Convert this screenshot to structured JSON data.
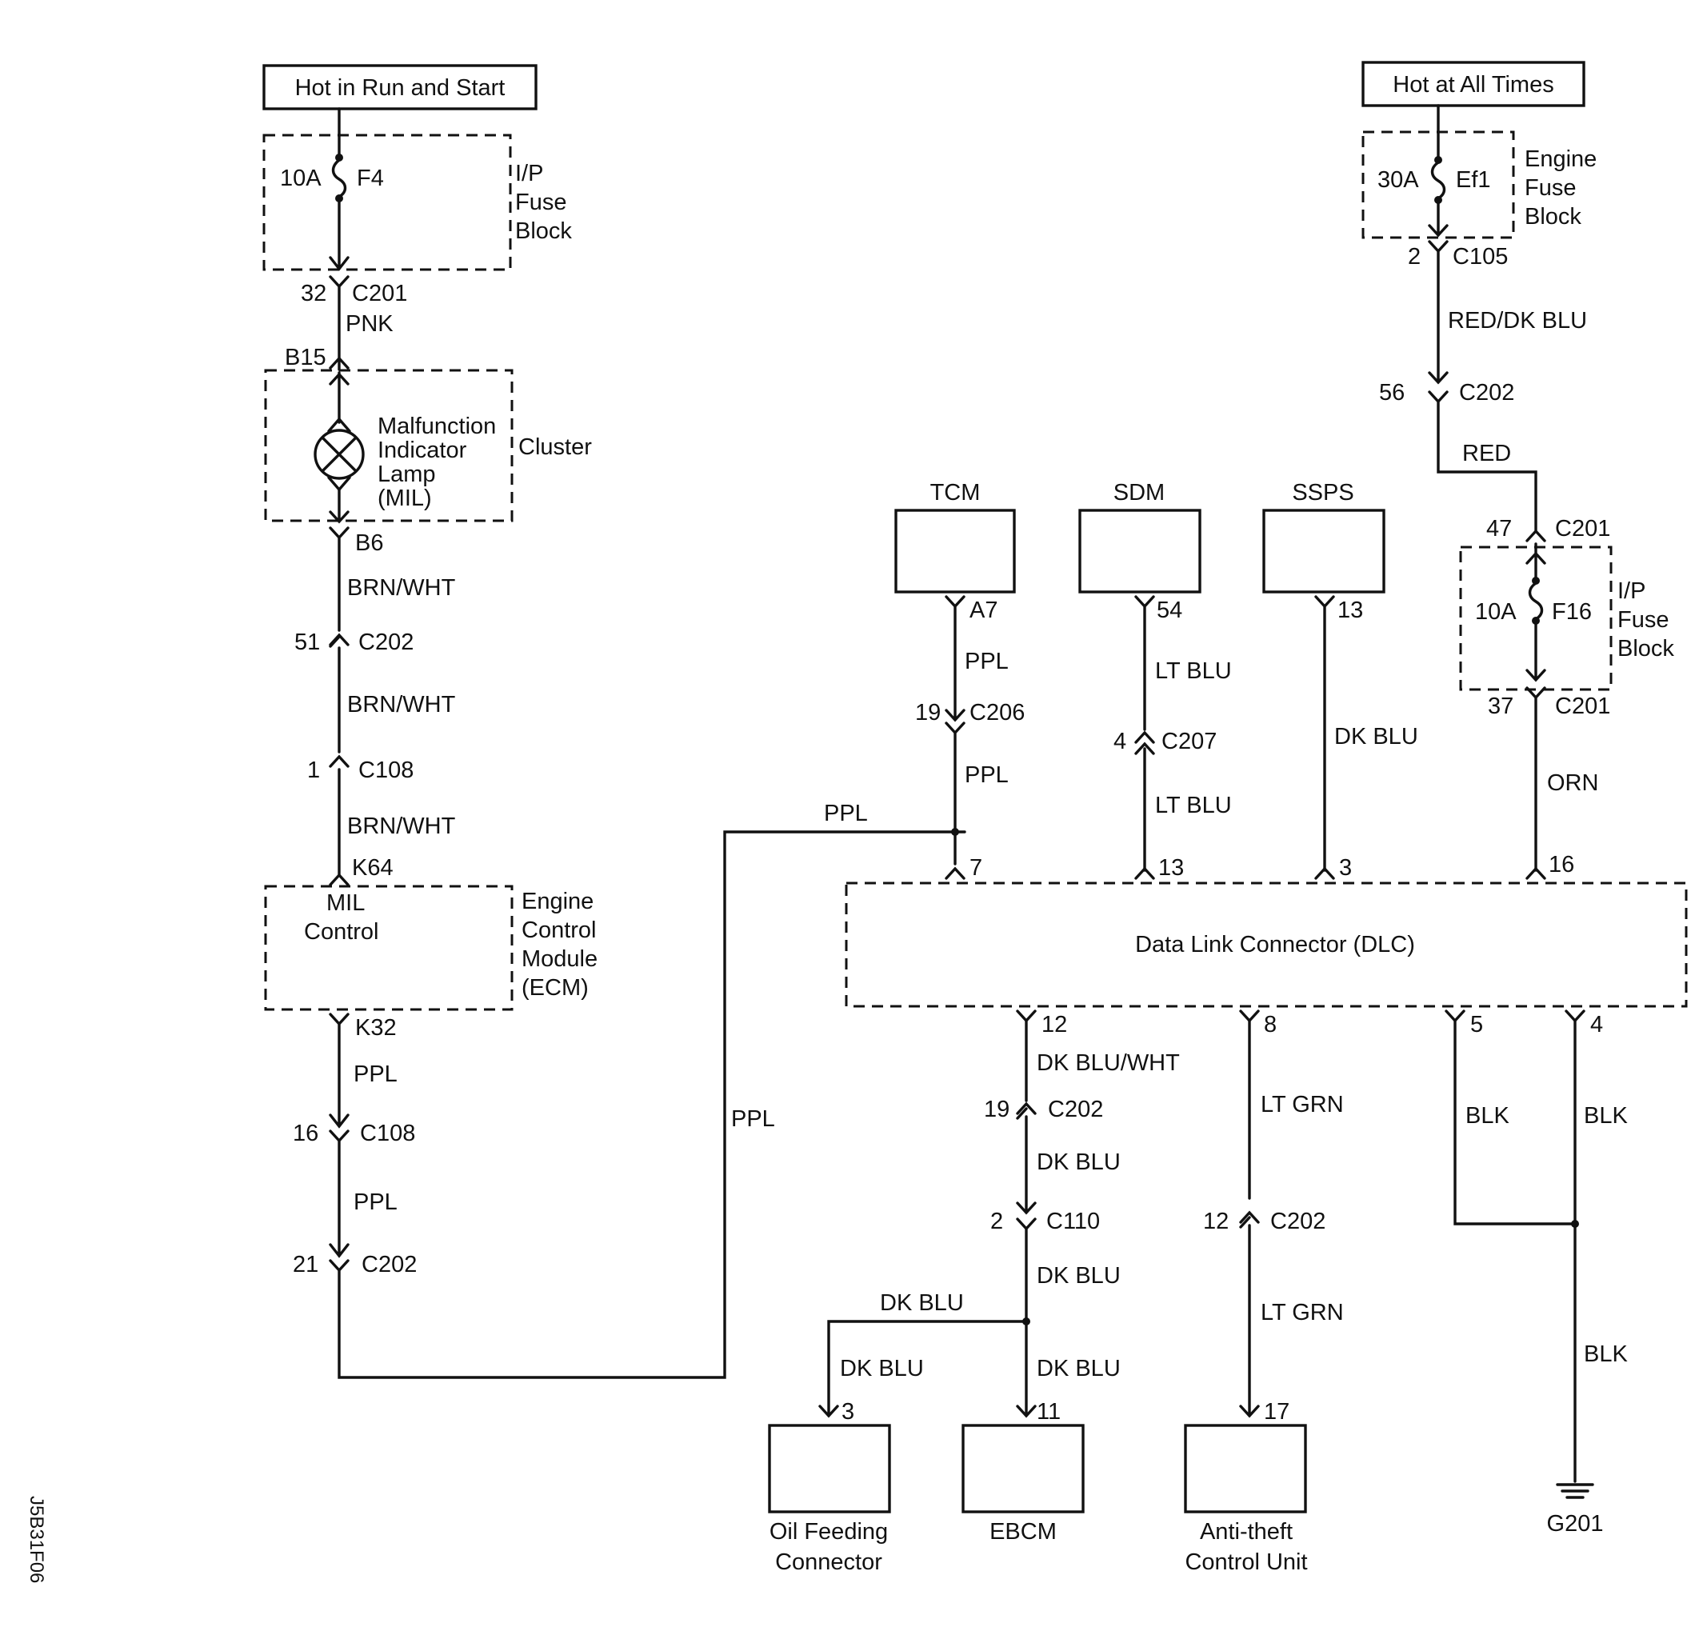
{
  "labels": {
    "hot_run_start": "Hot in Run and Start",
    "hot_all_times": "Hot at All Times",
    "fuse_block_left": [
      "I/P",
      "Fuse",
      "Block"
    ],
    "fuse_block_engine": [
      "Engine",
      "Fuse",
      "Block"
    ],
    "fuse_block_right": [
      "I/P",
      "Fuse",
      "Block"
    ],
    "fuse_f4_rating": "10A",
    "fuse_f4_name": "F4",
    "fuse_ef1_rating": "30A",
    "fuse_ef1_name": "Ef1",
    "fuse_f16_rating": "10A",
    "fuse_f16_name": "F16",
    "cluster": "Cluster",
    "mil_lamp": [
      "Malfunction",
      "Indicator",
      "Lamp",
      "(MIL)"
    ],
    "mil_control": [
      "MIL",
      "Control"
    ],
    "ecm": [
      "Engine",
      "Control",
      "Module",
      "(ECM)"
    ],
    "tcm": "TCM",
    "sdm": "SDM",
    "ssps": "SSPS",
    "dlc": "Data Link Connector (DLC)",
    "oil_feeding": [
      "Oil Feeding",
      "Connector"
    ],
    "ebcm": "EBCM",
    "anti_theft": [
      "Anti-theft",
      "Control Unit"
    ],
    "ground": "G201",
    "figure_code": "J5B31F06"
  },
  "connectors": {
    "c201_32": {
      "pin": "32",
      "name": "C201"
    },
    "b15": "B15",
    "b6": "B6",
    "c202_51": {
      "pin": "51",
      "name": "C202"
    },
    "c108_1": {
      "pin": "1",
      "name": "C108"
    },
    "k64": "K64",
    "k32": "K32",
    "c108_16": {
      "pin": "16",
      "name": "C108"
    },
    "c202_21": {
      "pin": "21",
      "name": "C202"
    },
    "c105_2": {
      "pin": "2",
      "name": "C105"
    },
    "c202_56": {
      "pin": "56",
      "name": "C202"
    },
    "c201_47": {
      "pin": "47",
      "name": "C201"
    },
    "c201_37": {
      "pin": "37",
      "name": "C201"
    },
    "tcm_a7": "A7",
    "c206_19": {
      "pin": "19",
      "name": "C206"
    },
    "sdm_54": "54",
    "c207_4": {
      "pin": "4",
      "name": "C207"
    },
    "ssps_13": "13",
    "dlc_7": "7",
    "dlc_13": "13",
    "dlc_3": "3",
    "dlc_16": "16",
    "dlc_12": "12",
    "dlc_8": "8",
    "dlc_5": "5",
    "dlc_4": "4",
    "c202_19": {
      "pin": "19",
      "name": "C202"
    },
    "c110_2": {
      "pin": "2",
      "name": "C110"
    },
    "c202_12": {
      "pin": "12",
      "name": "C202"
    },
    "oil_3": "3",
    "ebcm_11": "11",
    "anti_17": "17"
  },
  "wires": {
    "pnk": "PNK",
    "brn_wht_1": "BRN/WHT",
    "brn_wht_2": "BRN/WHT",
    "brn_wht_3": "BRN/WHT",
    "ppl_ecm_1": "PPL",
    "ppl_ecm_2": "PPL",
    "ppl_mid": "PPL",
    "ppl_top": "PPL",
    "ppl_tcm_1": "PPL",
    "ppl_tcm_2": "PPL",
    "lt_blu_1": "LT  BLU",
    "lt_blu_2": "LT  BLU",
    "dk_blu_ssps": "DK BLU",
    "red_dk_blu": "RED/DK BLU",
    "red": "RED",
    "orn": "ORN",
    "dk_blu_wht": "DK BLU/WHT",
    "dk_blu_1": "DK BLU",
    "dk_blu_2": "DK BLU",
    "dk_blu_branch": "DK BLU",
    "dk_blu_oil": "DK BLU",
    "dk_blu_ebcm": "DK BLU",
    "lt_grn_1": "LT GRN",
    "lt_grn_2": "LT GRN",
    "blk_5": "BLK",
    "blk_4": "BLK",
    "blk_gnd": "BLK"
  }
}
